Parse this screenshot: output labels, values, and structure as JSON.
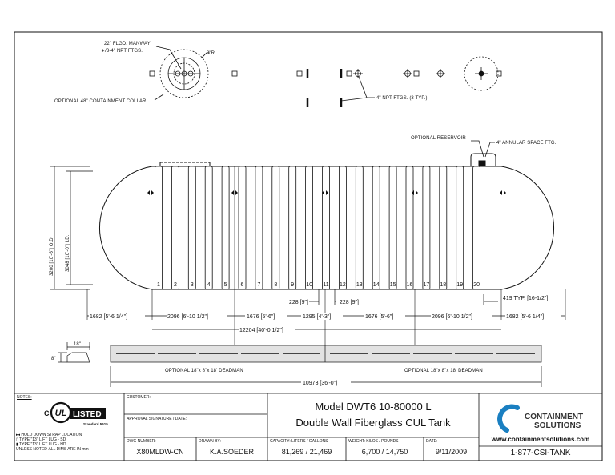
{
  "annotations": {
    "manway": "22\" FLGD. MANWAY",
    "manway_ftgs": "∗/3-4\" NPT FTGS.",
    "radius": "8\"R",
    "collar": "OPTIONAL 48\" CONTAINMENT COLLAR",
    "npt": "4\" NPT FTGS. (3 TYP.)",
    "reservoir": "OPTIONAL RESERVOIR",
    "annular": "4\" ANNULAR SPACE FTG.",
    "od": "3200 [10'-6\"] O.D.",
    "id": "3048 [10'-0\"] I.D.",
    "deadman_left": "OPTIONAL 18\"x 8\"x 18' DEADMAN",
    "deadman_right": "OPTIONAL 18\"x 8\"x 18' DEADMAN",
    "strap_h": "18\"",
    "strap_v": "8\""
  },
  "ribs": [
    "1",
    "2",
    "3",
    "4",
    "5",
    "6",
    "7",
    "8",
    "9",
    "10",
    "11",
    "12",
    "13",
    "14",
    "15",
    "16",
    "17",
    "18",
    "19",
    "20"
  ],
  "dimensions": {
    "d228a": "228 [9\"]",
    "d228b": "228 [9\"]",
    "d419": "419 TYP. [16-1/2\"]",
    "d1682a": "1682 [5'-6 1/4\"]",
    "d2096a": "2096 [6'-10 1/2\"]",
    "d1676a": "1676 [5'-6\"]",
    "d1295": "1295 [4'-3\"]",
    "d1676b": "1676 [5'-6\"]",
    "d2096b": "2096 [6'-10 1/2\"]",
    "d1682b": "1682 [5'-6 1/4\"]",
    "d12204": "12204 [40'-0 1/2\"]",
    "d10973": "10973 [36'-0\"]"
  },
  "title_block": {
    "notes_label": "NOTES:",
    "ul_listed": "LISTED",
    "ul_standard": "Standard 5615",
    "ul_c": "C",
    "ul_letters": "UL",
    "notes": [
      "▸◂ HOLD DOWN STRAP LOCATION",
      "▯ TYPE \"13\" LIFT LUG - SD",
      "▮ TYPE \"13\" LIFT LUG - HD",
      "UNLESS NOTED-ALL DIMS ARE IN mm"
    ],
    "customer_label": "CUSTOMER:",
    "approval_label": "APPROVAL SIGNATURE / DATE:",
    "dwg_label": "DWG NUMBER:",
    "dwg_value": "X80MLDW-CN",
    "drawn_label": "DRAWN BY:",
    "drawn_value": "K.A.SOEDER",
    "model_line1": "Model DWT6  10-80000 L",
    "model_line2": "Double Wall Fiberglass CUL Tank",
    "capacity_label": "CAPACITY: LITERS / GALLONS",
    "capacity_value": "81,269 / 21,469",
    "weight_label": "WEIGHT: KILOS / POUNDS",
    "weight_value": "6,700 / 14,750",
    "date_label": "DATE:",
    "date_value": "9/11/2009",
    "company_line1": "CONTAINMENT",
    "company_line2": "SOLUTIONS",
    "website": "www.containmentsolutions.com",
    "phone": "1-877-CSI-TANK",
    "logo_color": "#1a7fc1"
  }
}
